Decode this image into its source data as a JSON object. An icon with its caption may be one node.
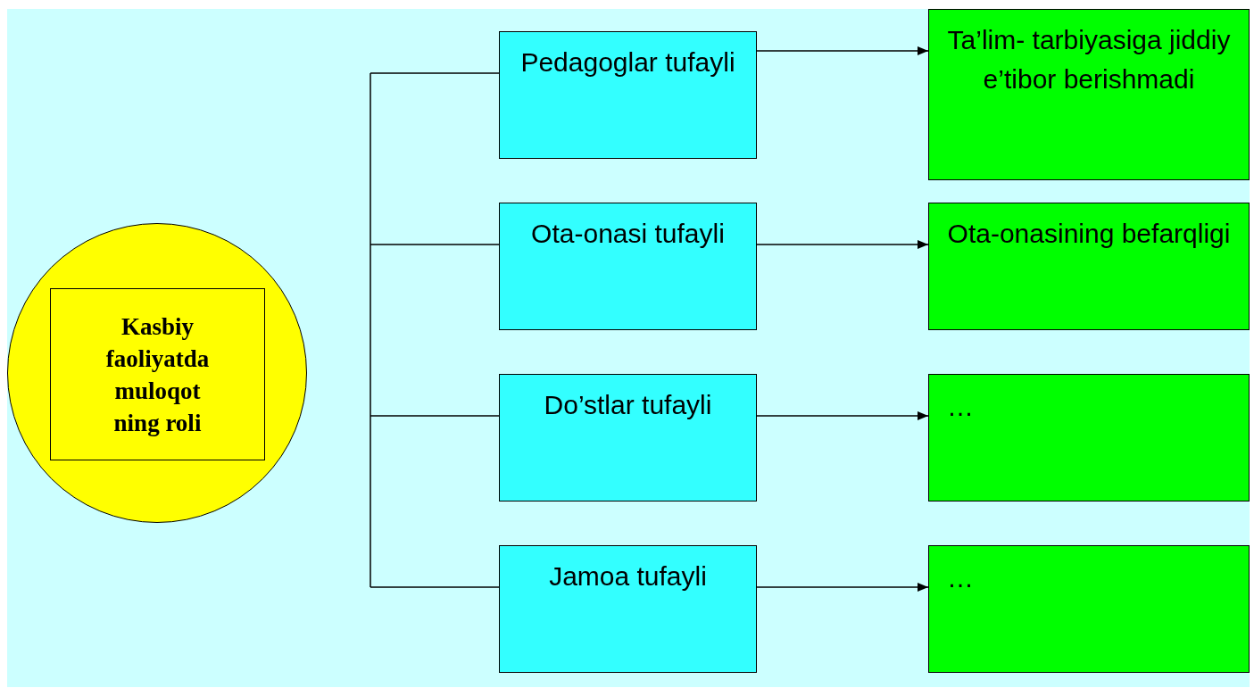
{
  "diagram": {
    "nodes": [
      {
        "text": [],
        "shape": "circle"
      },
      {
        "text": [
          "Kasbiy faoliyatda muloqot ning roli"
        ],
        "in": 0
      },
      {
        "text": [
          "Pedagoglar tufayli"
        ]
      },
      {
        "text": [
          "Ota-onasi tufayli"
        ]
      },
      {
        "text": [
          "Do’stlar tufayli"
        ]
      },
      {
        "text": [
          "Jamoa tufayli"
        ]
      },
      {
        "text": [
          "Ta’lim- tarbiyasiga jiddiy e’tibor berishmadi"
        ]
      },
      {
        "text": [
          "Ota-onasining befarqligi"
        ]
      },
      {
        "text": [
          "…"
        ]
      },
      {
        "text": [
          "…"
        ]
      }
    ],
    "edges": [
      {
        "from": null,
        "to": 2,
        "arrow": "none"
      },
      {
        "from": null,
        "to": 3,
        "arrow": "none"
      },
      {
        "from": null,
        "to": 4,
        "arrow": "none"
      },
      {
        "from": null,
        "to": 5,
        "arrow": "none"
      },
      {
        "from": 2,
        "to": 6,
        "arrow": "to"
      },
      {
        "from": 3,
        "to": 7,
        "arrow": "to"
      },
      {
        "from": 4,
        "to": 8,
        "arrow": "to"
      },
      {
        "from": 5,
        "to": 9,
        "arrow": "to"
      }
    ]
  }
}
